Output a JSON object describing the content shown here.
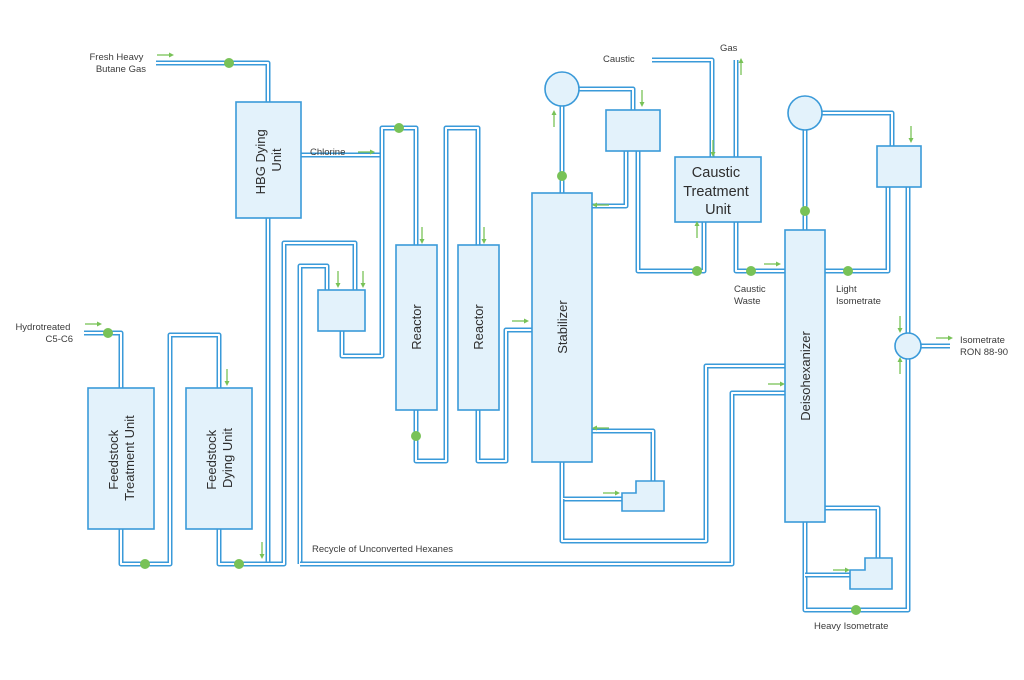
{
  "title": "Butane / Light Naphtha Isomerization Process Flow",
  "colors": {
    "pipe": "#3a9ad9",
    "unit_fill": "#e3f2fb",
    "flow_marker": "#78c257",
    "text": "#3b3b3b"
  },
  "streams": {
    "fresh_hbg": "Fresh Heavy",
    "fresh_hbg_2": "Butane Gas",
    "hydrotreated": "Hydrotreated",
    "hydrotreated_2": "C5-C6",
    "chlorine": "Chlorine",
    "caustic": "Caustic",
    "gas": "Gas",
    "caustic_waste": "Caustic",
    "caustic_waste_2": "Waste",
    "light_isometrate": "Light",
    "light_isometrate_2": "Isometrate",
    "isometrate_out": "Isometrate",
    "isometrate_out_2": "RON 88-90",
    "recycle": "Recycle of Unconverted Hexanes",
    "heavy_isometrate": "Heavy Isometrate"
  },
  "units": {
    "hbg_dying": [
      "HBG Dying",
      "Unit"
    ],
    "feedstock_treatment": [
      "Feedstock",
      "Treatment Unit"
    ],
    "feedstock_dying": [
      "Feedstock",
      "Dying Unit"
    ],
    "reactor_1": "Reactor",
    "reactor_2": "Reactor",
    "stabilizer": "Stabilizer",
    "caustic_treatment": [
      "Caustic",
      "Treatment",
      "Unit"
    ],
    "deisohexanizer": "Deisohexanizer"
  }
}
